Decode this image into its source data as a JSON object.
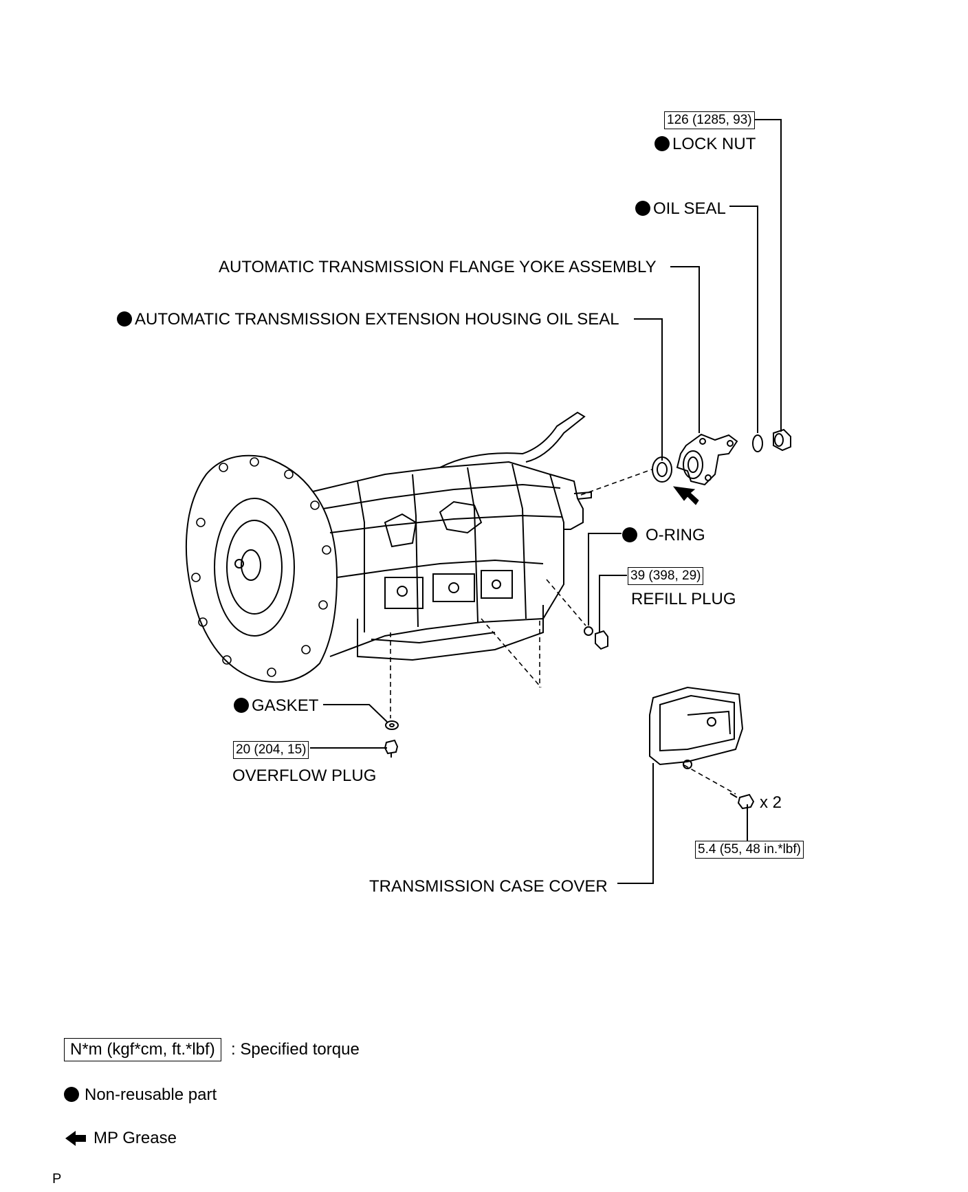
{
  "labels": {
    "lock_nut": "LOCK NUT",
    "oil_seal": "OIL SEAL",
    "flange_yoke": "AUTOMATIC TRANSMISSION FLANGE YOKE ASSEMBLY",
    "ext_housing_seal": "AUTOMATIC TRANSMISSION EXTENSION HOUSING OIL SEAL",
    "o_ring": "O-RING",
    "refill_plug": "REFILL PLUG",
    "gasket": "GASKET",
    "overflow_plug": "OVERFLOW PLUG",
    "case_cover": "TRANSMISSION CASE COVER",
    "qty": "x 2"
  },
  "torques": {
    "lock_nut": "126 (1285, 93)",
    "refill_plug": "39 (398, 29)",
    "overflow_plug": "20 (204, 15)",
    "case_cover_bolt": "5.4 (55, 48 in.*lbf)"
  },
  "legend": {
    "torque_unit": "N*m (kgf*cm, ft.*lbf)",
    "torque_desc": ": Specified torque",
    "non_reusable": "Non-reusable part",
    "grease": "MP Grease"
  },
  "footer": {
    "code": "P"
  }
}
